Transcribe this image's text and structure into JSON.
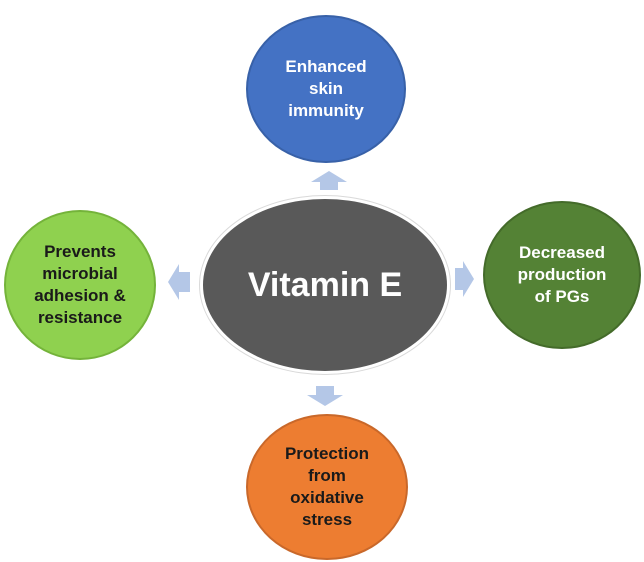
{
  "center": {
    "label": "Vitamin E"
  },
  "effects": {
    "top": {
      "label": "Enhanced\nskin\nimmunity"
    },
    "right": {
      "label": "Decreased\nproduction\nof PGs"
    },
    "bottom": {
      "label": "Protection\nfrom\noxidative\nstress"
    },
    "left": {
      "label": "Prevents\nmicrobial\nadhesion &\nresistance"
    }
  },
  "colors": {
    "center": "#595959",
    "top": "#4472c4",
    "right": "#548235",
    "bottom": "#ed7d31",
    "left": "#8fd14f",
    "arrow": "#b4c7e7"
  }
}
